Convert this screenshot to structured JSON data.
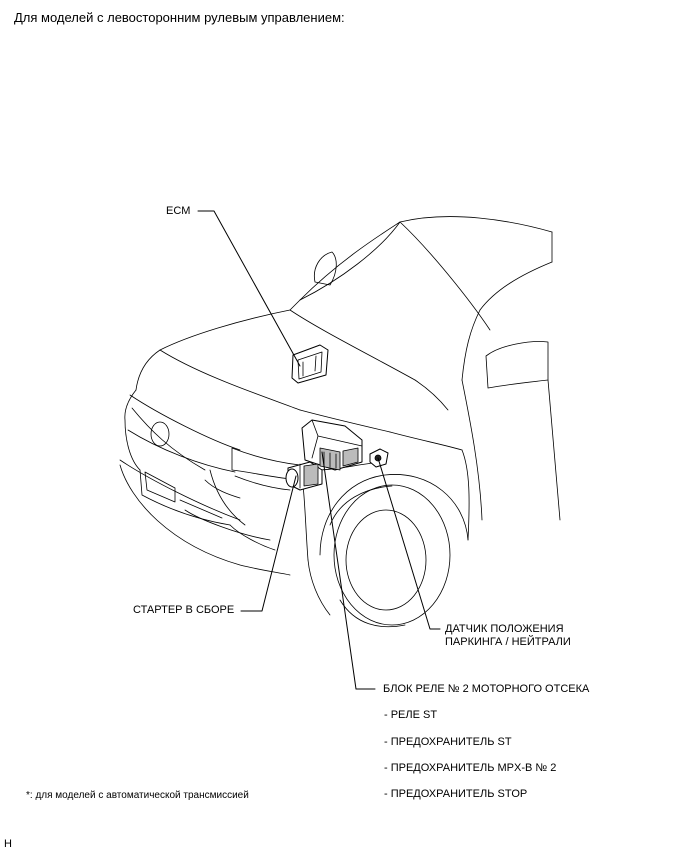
{
  "heading": "Для моделей с левосторонним рулевым управлением:",
  "labels": {
    "ecm": "ECM",
    "starter": "СТАРТЕР В СБОРЕ",
    "sensor_line1": "ДАТЧИК ПОЛОЖЕНИЯ",
    "sensor_line2": "ПАРКИНГА / НЕЙТРАЛИ",
    "relay_block": "БЛОК РЕЛЕ № 2 МОТОРНОГО ОТСЕКА",
    "relay_block_items": [
      "- РЕЛЕ ST",
      "- ПРЕДОХРАНИТЕЛЬ ST",
      "- ПРЕДОХРАНИТЕЛЬ MPX-B № 2",
      "- ПРЕДОХРАНИТЕЛЬ STOP"
    ]
  },
  "footnote": "*: для моделей с автоматической трансмиссией",
  "corner_mark": "H"
}
